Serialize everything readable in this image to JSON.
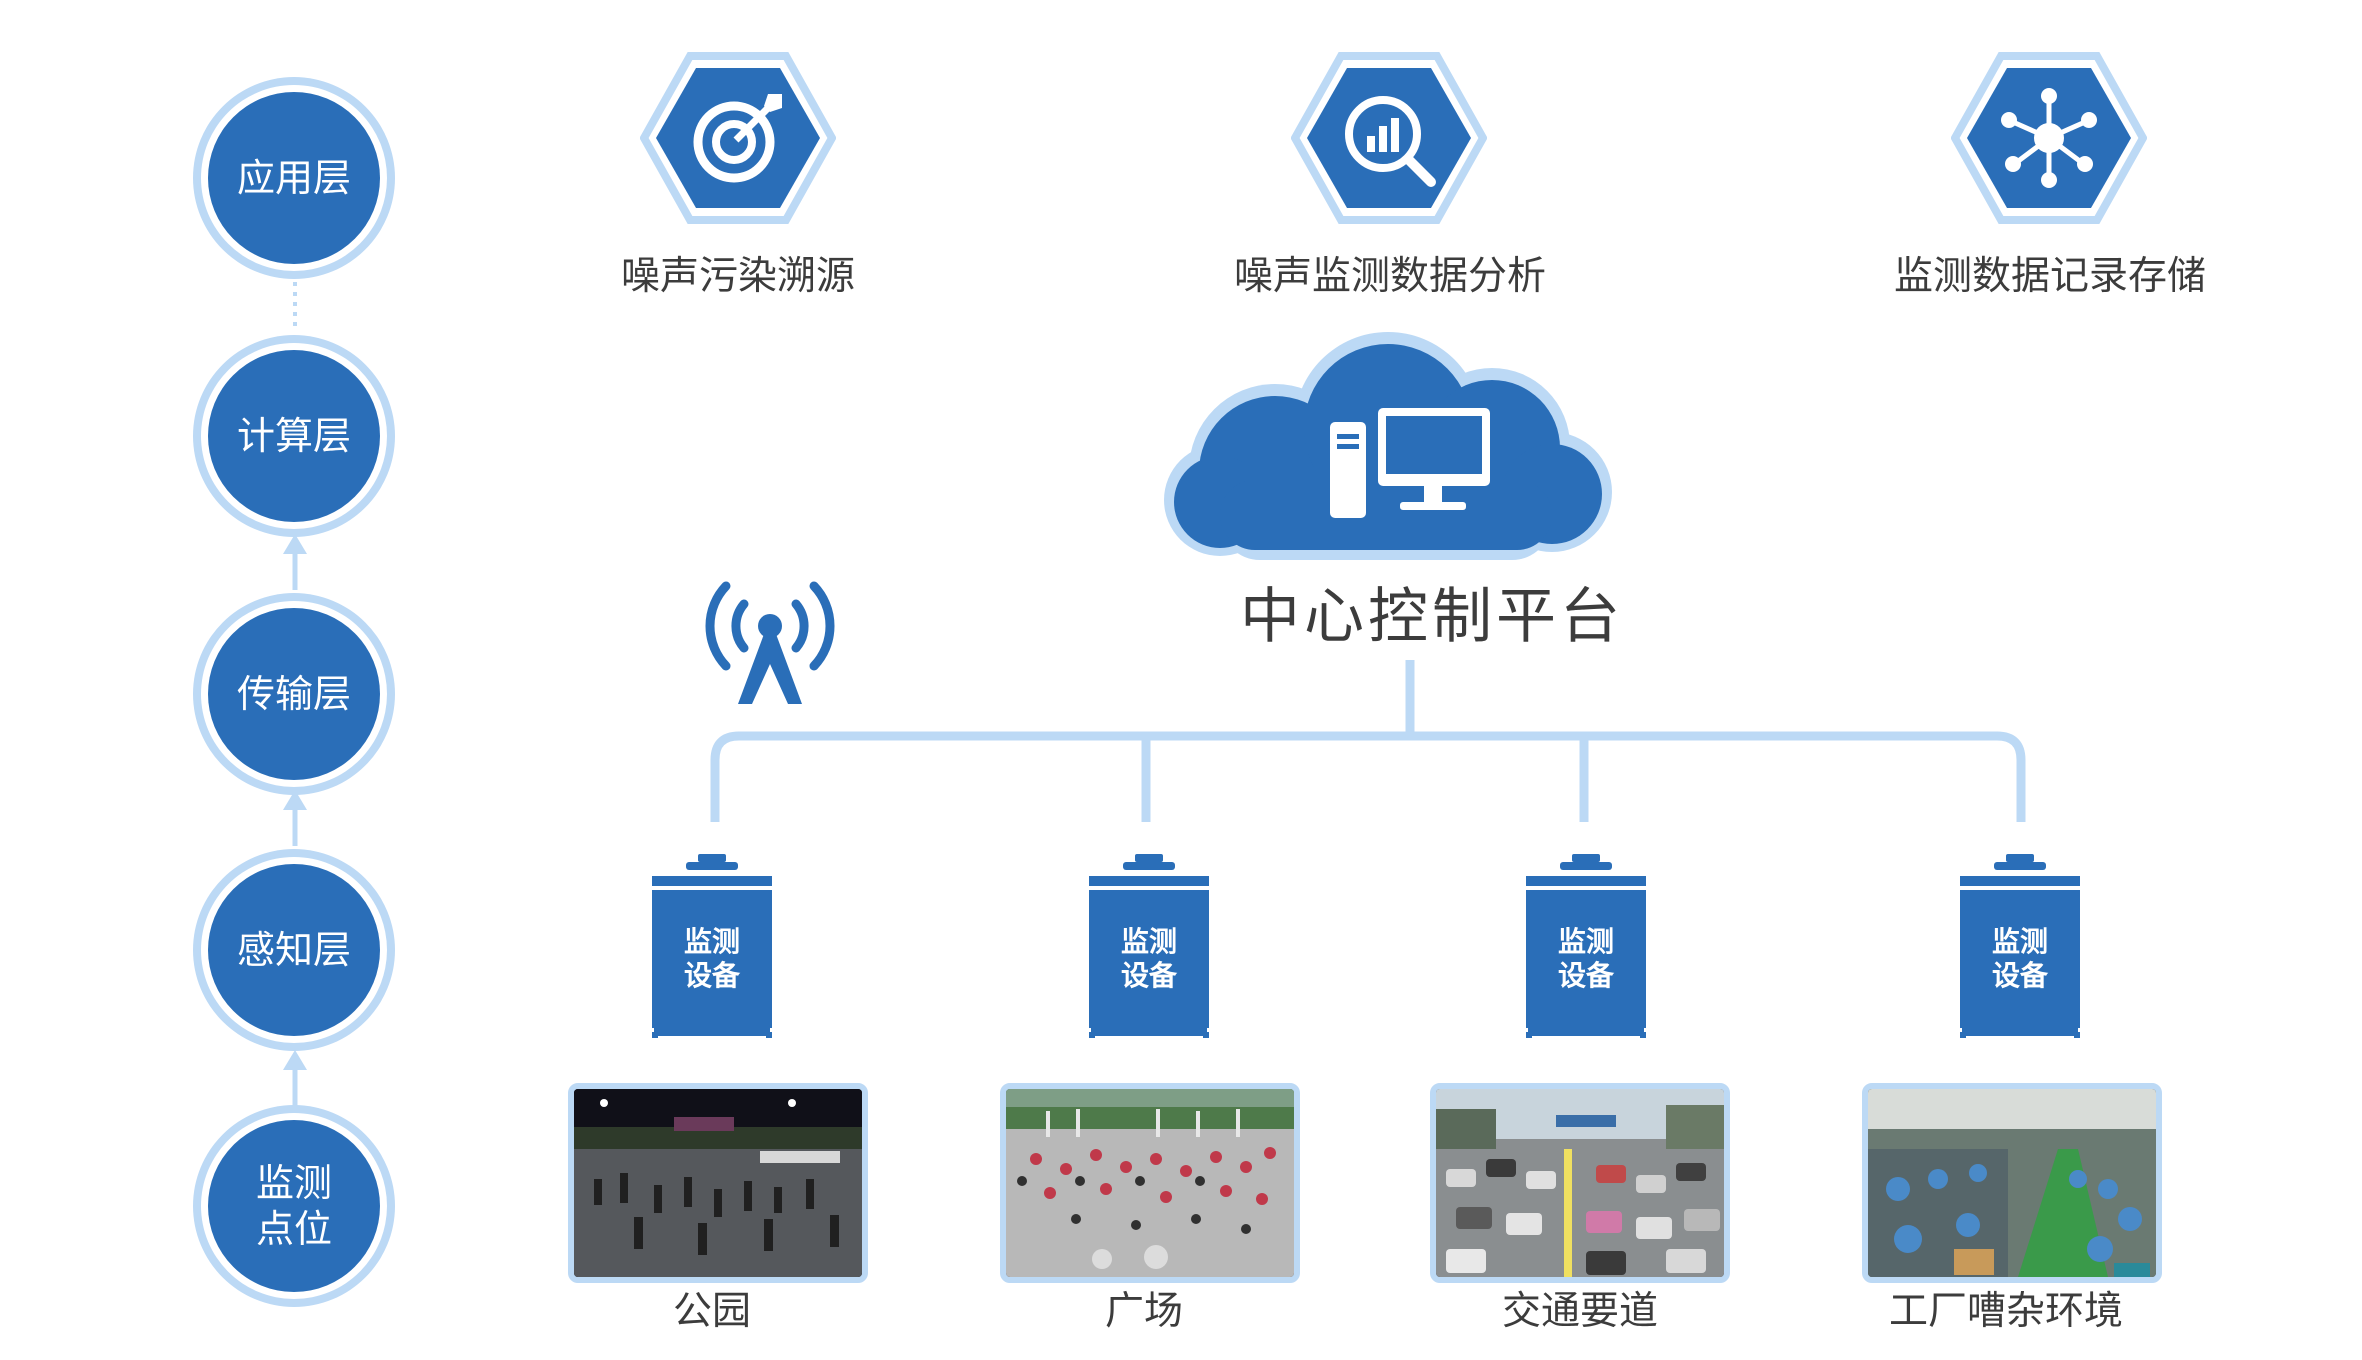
{
  "layers": [
    {
      "label": "应用层"
    },
    {
      "label": "计算层"
    },
    {
      "label": "传输层"
    },
    {
      "label": "感知层"
    },
    {
      "label": "监测\n点位"
    }
  ],
  "apps": [
    {
      "label": "噪声污染溯源",
      "icon": "target-icon"
    },
    {
      "label": "噪声监测数据分析",
      "icon": "chart-magnifier-icon"
    },
    {
      "label": "监测数据记录存储",
      "icon": "network-nodes-icon"
    }
  ],
  "platform": {
    "label": "中心控制平台",
    "icon": "cloud-computer-icon"
  },
  "devices": [
    {
      "label": "监测\n设备"
    },
    {
      "label": "监测\n设备"
    },
    {
      "label": "监测\n设备"
    },
    {
      "label": "监测\n设备"
    }
  ],
  "sites": [
    {
      "label": "公园"
    },
    {
      "label": "广场"
    },
    {
      "label": "交通要道"
    },
    {
      "label": "工厂嘈杂环境"
    }
  ],
  "colors": {
    "primary": "#2a6eb8",
    "light": "#bcd9f5",
    "text": "#3c3c3c"
  }
}
